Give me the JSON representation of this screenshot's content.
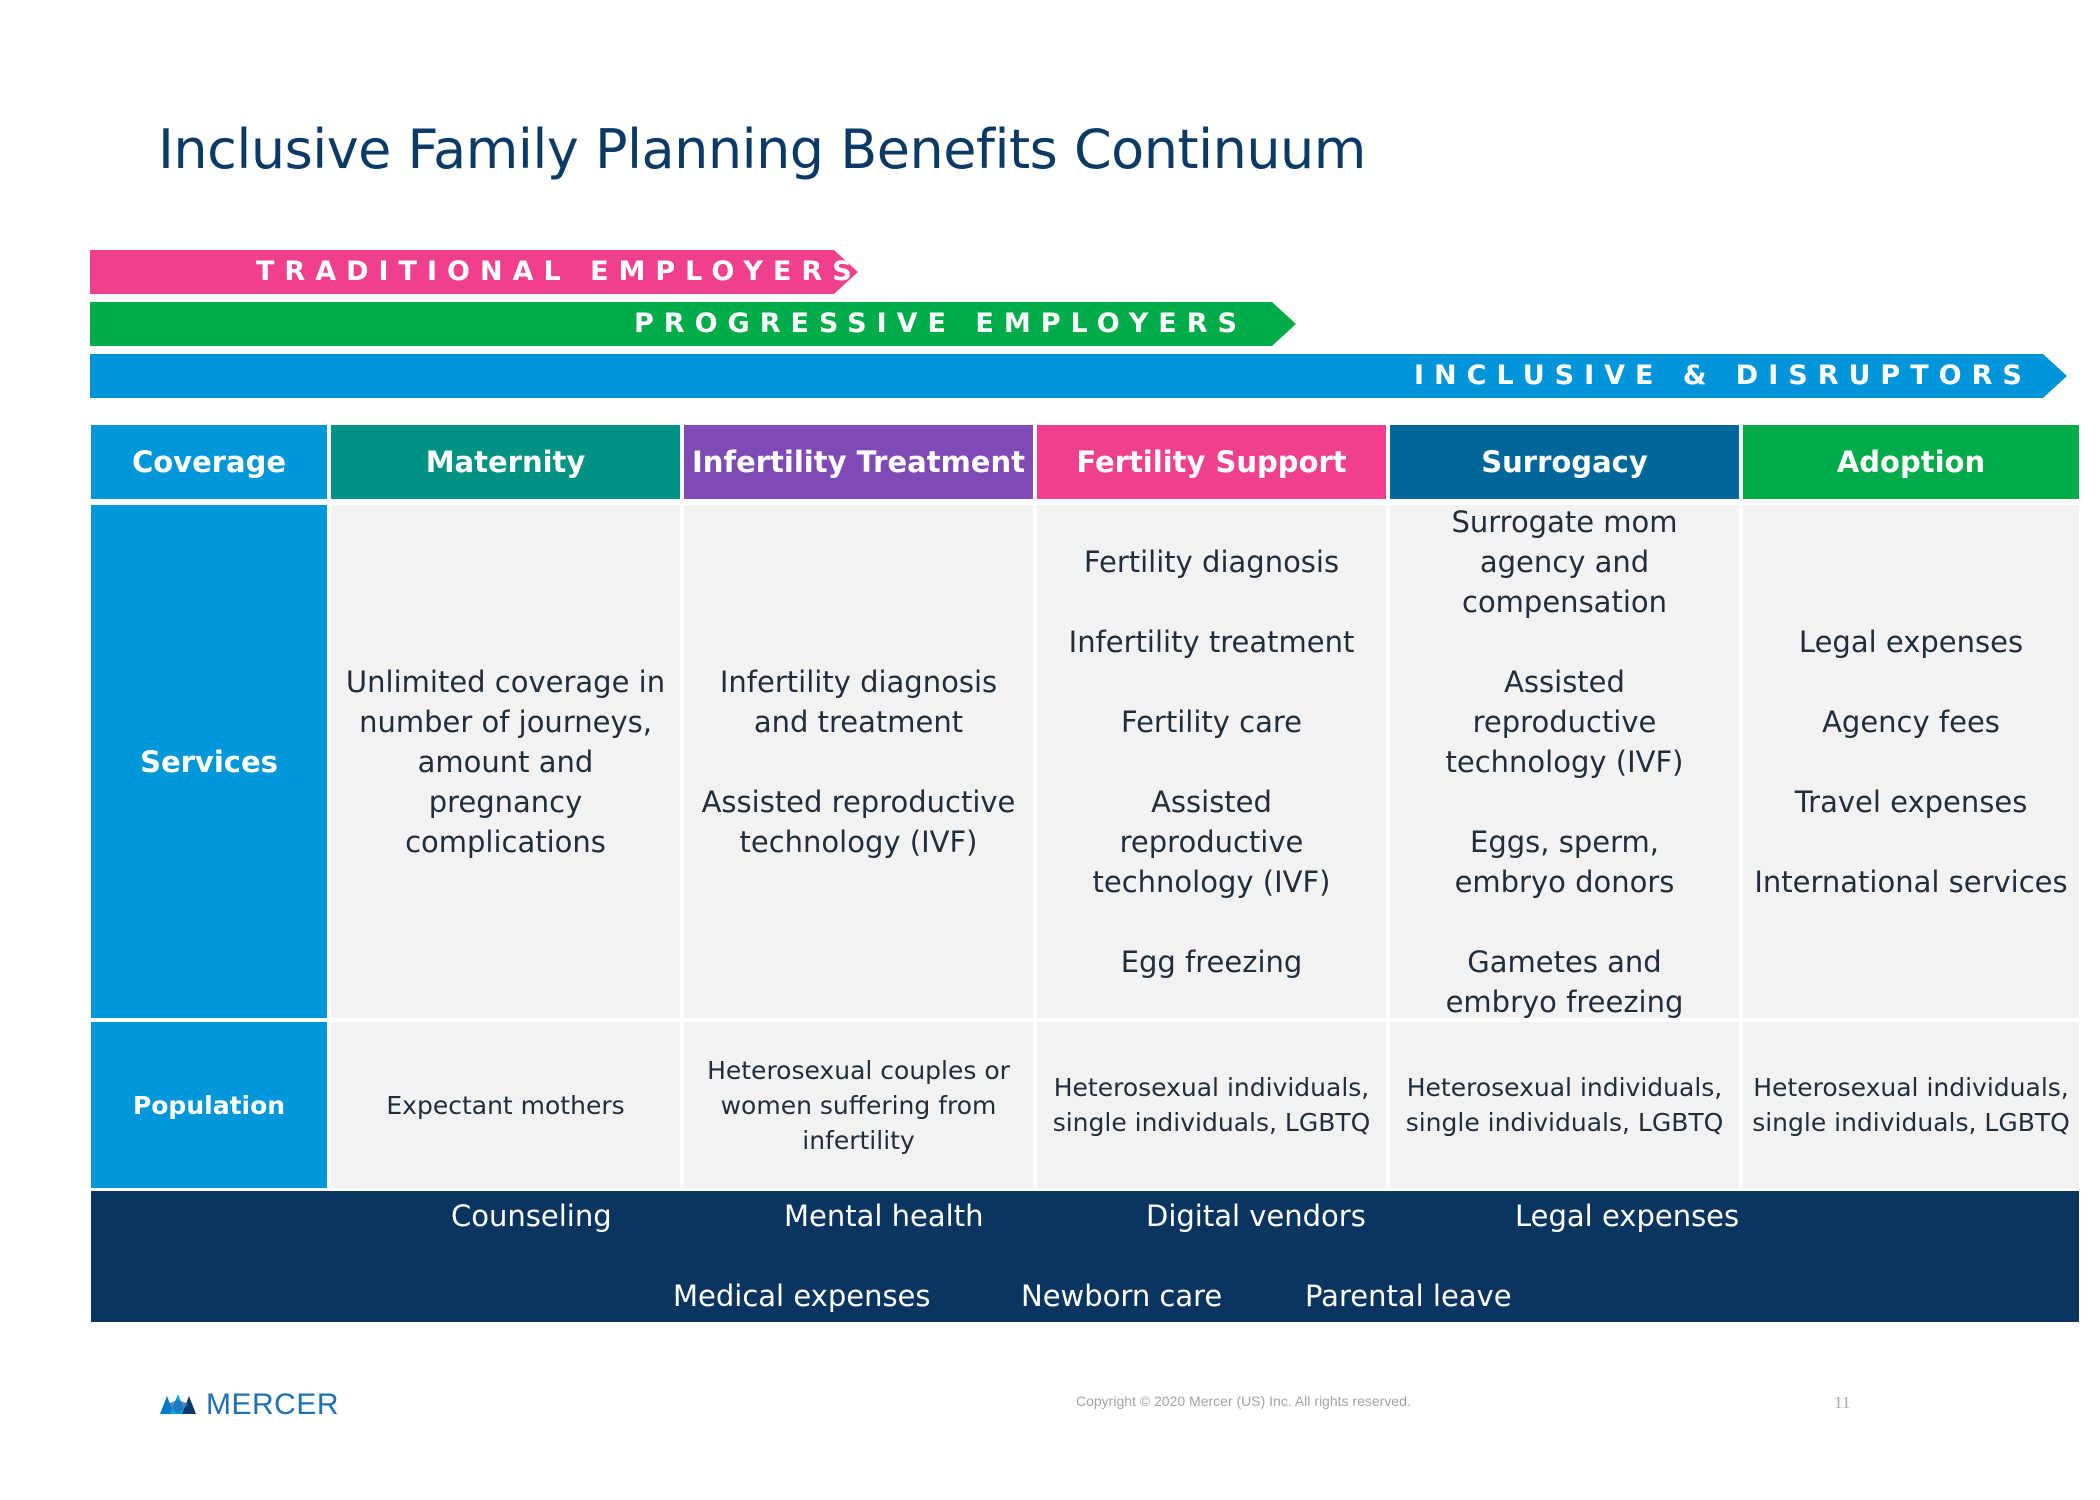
{
  "title": "Inclusive Family Planning Benefits Continuum",
  "arrows": [
    {
      "label": "TRADITIONAL EMPLOYERS",
      "color": "#f0408d"
    },
    {
      "label": "PROGRESSIVE EMPLOYERS",
      "color": "#00ac48"
    },
    {
      "label": "INCLUSIVE & DISRUPTORS",
      "color": "#0095da"
    }
  ],
  "table": {
    "coverage_label": "Coverage",
    "services_label": "Services",
    "population_label": "Population",
    "columns": [
      {
        "header": "Maternity",
        "color": "#009283",
        "services": [
          "Unlimited coverage in number of journeys, amount and pregnancy complications"
        ],
        "population": "Expectant mothers"
      },
      {
        "header": "Infertility Treatment",
        "color": "#7f4ab5",
        "services": [
          "Infertility diagnosis and treatment",
          "Assisted reproductive technology (IVF)"
        ],
        "population": "Heterosexual couples or women suffering from infertility"
      },
      {
        "header": "Fertility Support",
        "color": "#f0408d",
        "services": [
          "Fertility diagnosis",
          "Infertility treatment",
          "Fertility care",
          "Assisted reproductive technology (IVF)",
          "Egg freezing"
        ],
        "population": "Heterosexual individuals, single individuals, LGBTQ"
      },
      {
        "header": "Surrogacy",
        "color": "#00679a",
        "services": [
          "Surrogate mom agency and compensation",
          "Assisted reproductive technology (IVF)",
          "Eggs, sperm, embryo donors",
          "Gametes and embryo freezing"
        ],
        "population": "Heterosexual individuals, single individuals, LGBTQ"
      },
      {
        "header": "Adoption",
        "color": "#00ac48",
        "services": [
          "Legal expenses",
          "Agency fees",
          "Travel expenses",
          "International services"
        ],
        "population": "Heterosexual individuals, single individuals, LGBTQ"
      }
    ]
  },
  "footer_items_row1": [
    "Counseling",
    "Mental health",
    "Digital vendors",
    "Legal expenses"
  ],
  "footer_items_row2": [
    "Medical expenses",
    "Newborn care",
    "Parental leave"
  ],
  "logo_text": "MERCER",
  "copyright": "Copyright © 2020 Mercer (US) Inc. All rights reserved.",
  "page_number": "11",
  "colors": {
    "title": "#0b3a66",
    "row_label_bg": "#0097da",
    "cell_bg": "#f2f2f2",
    "footer_band": "#0b3561"
  }
}
